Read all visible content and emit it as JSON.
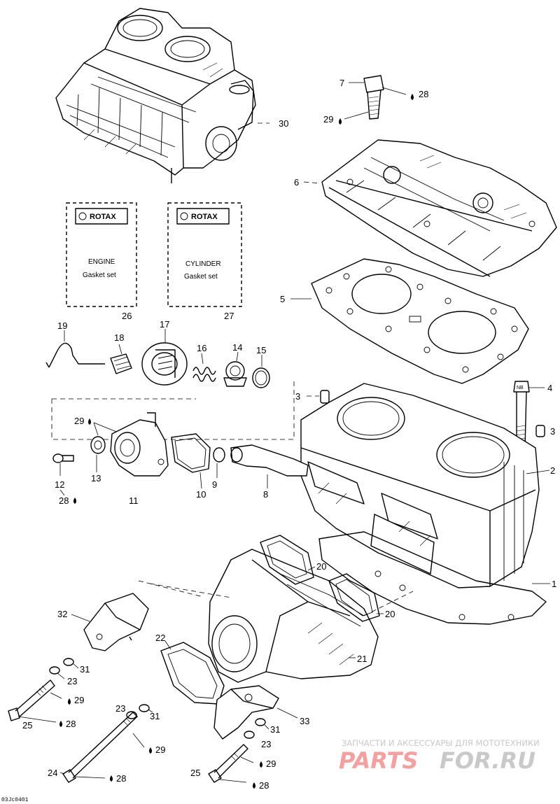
{
  "callouts": {
    "c1": "1",
    "c2": "2",
    "c3a": "3",
    "c3b": "3",
    "c4": "4",
    "c5": "5",
    "c6": "6",
    "c7": "7",
    "c8": "8",
    "c9": "9",
    "c10": "10",
    "c11": "11",
    "c12": "12",
    "c13": "13",
    "c14": "14",
    "c15": "15",
    "c16": "16",
    "c17": "17",
    "c18": "18",
    "c19": "19",
    "c20a": "20",
    "c20b": "20",
    "c21": "21",
    "c22": "22",
    "c23a": "23",
    "c23b": "23",
    "c23c": "23",
    "c24": "24",
    "c25a": "25",
    "c25b": "25",
    "c26": "26",
    "c27": "27",
    "c28a": "28",
    "c28b": "28",
    "c28c": "28",
    "c28d": "28",
    "c28e": "28",
    "c29a": "29",
    "c29b": "29",
    "c29c": "29",
    "c29d": "29",
    "c29e": "29",
    "c30": "30",
    "c31a": "31",
    "c31b": "31",
    "c31c": "31",
    "c32": "32",
    "c33": "33"
  },
  "kits": {
    "engine": {
      "brand": "ROTAX",
      "line1": "ENGINE",
      "line2": "Gasket set"
    },
    "cylinder": {
      "brand": "ROTAX",
      "line1": "CYLINDER",
      "line2": "Gasket set"
    }
  },
  "torque_label": "NB",
  "watermark": {
    "top": "ЗАПЧАСТИ И АКСЕССУАРЫ ДЛЯ МОТОТЕХНИКИ",
    "logo_left": "PARTS",
    "logo_right": "FOR.RU"
  },
  "figure_code": "03Jc0401",
  "colors": {
    "watermark_red": "#f2a0a0",
    "watermark_dark": "#c9c9c9"
  }
}
